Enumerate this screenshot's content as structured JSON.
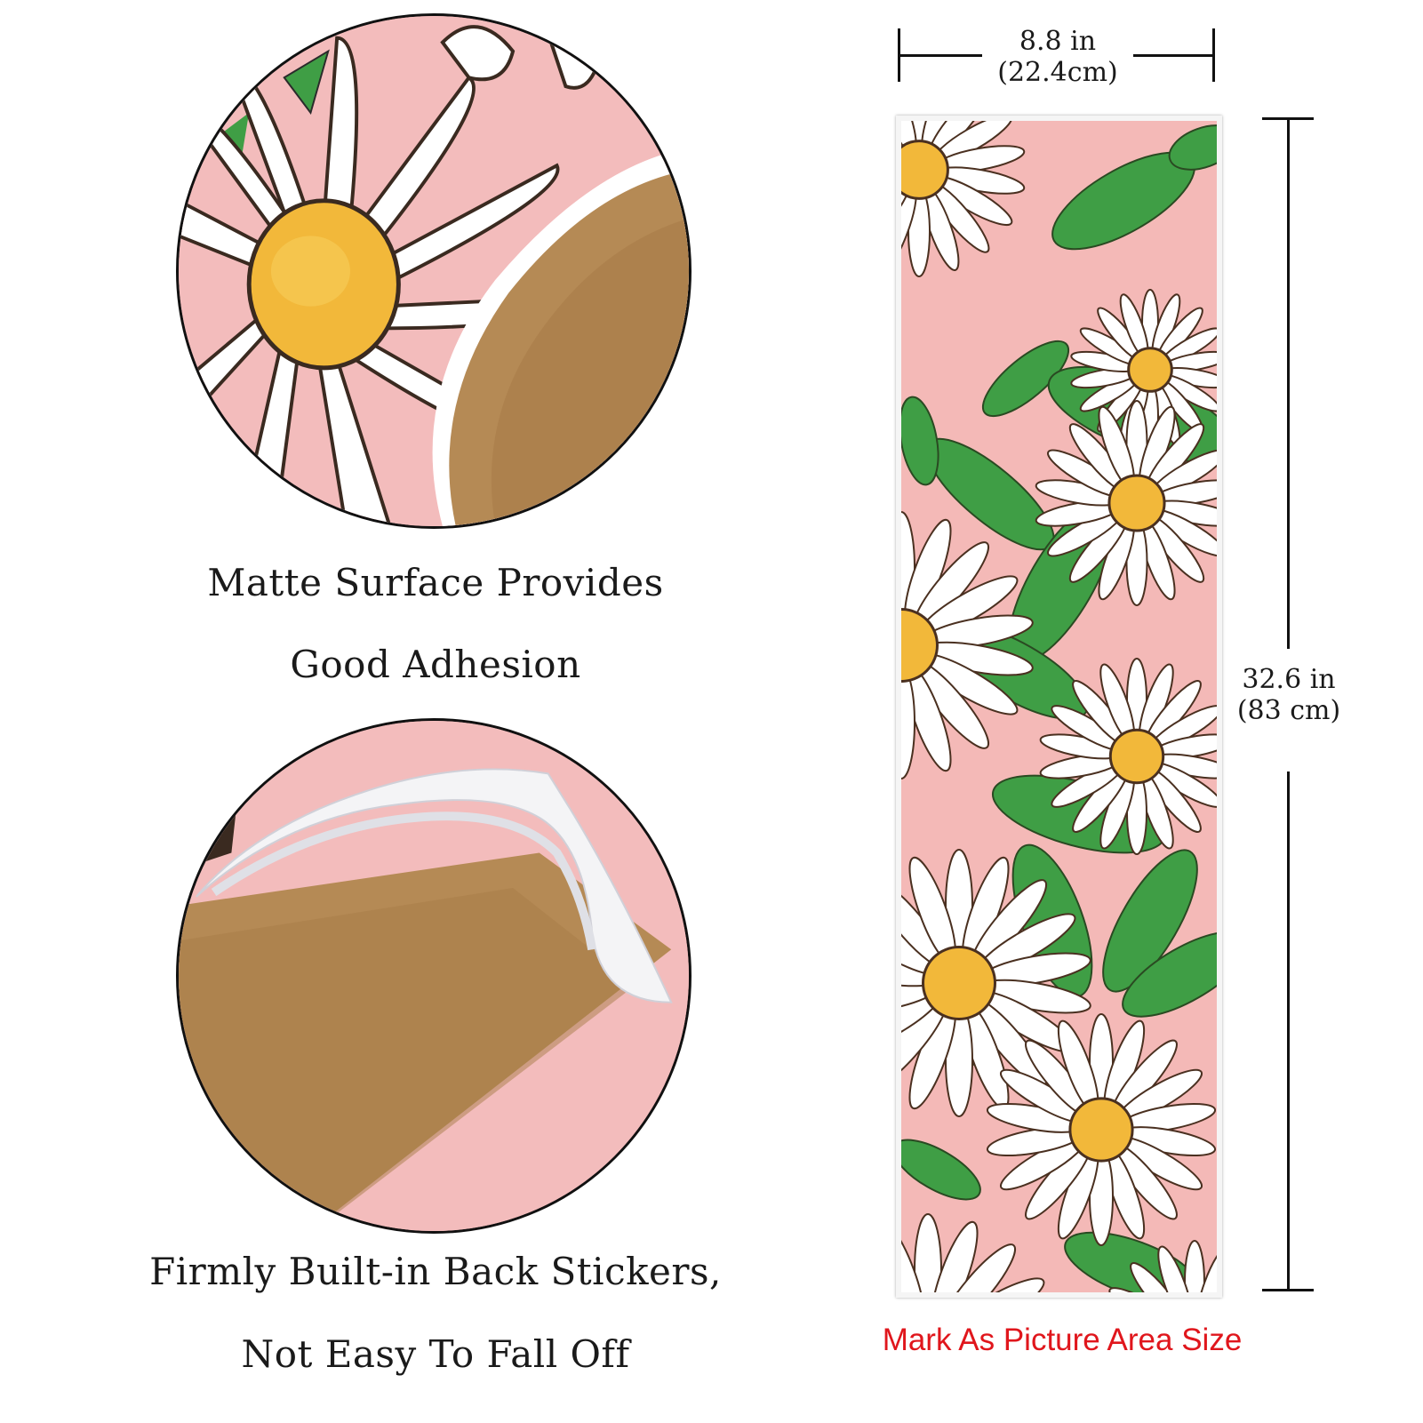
{
  "captions": {
    "matte_line1": "Matte Surface Provides",
    "matte_line2": "Good Adhesion",
    "sticker_line1": "Firmly Built-in Back Stickers,",
    "sticker_line2": "Not Easy To Fall Off"
  },
  "dimensions": {
    "width_in": "8.8 in",
    "width_cm": "(22.4cm)",
    "height_in": "32.6 in",
    "height_cm": "(83 cm)"
  },
  "note": "Mark As Picture Area Size",
  "colors": {
    "pink": "#f4b9b7",
    "daisy_white": "#ffffff",
    "daisy_center": "#f2b83a",
    "leaf_green": "#3f9e45",
    "kraft_brown": "#b58a55",
    "note_red": "#e0161c"
  }
}
